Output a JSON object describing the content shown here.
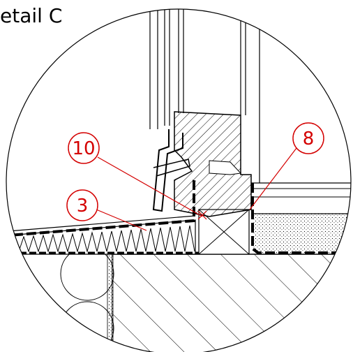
{
  "diagram": {
    "title": "etail C",
    "callouts": [
      {
        "id": "c10",
        "label": "10"
      },
      {
        "id": "c8",
        "label": "8"
      },
      {
        "id": "c3",
        "label": "3"
      }
    ],
    "colors": {
      "callout": "#d40000",
      "line": "#000000",
      "background": "#ffffff"
    }
  }
}
